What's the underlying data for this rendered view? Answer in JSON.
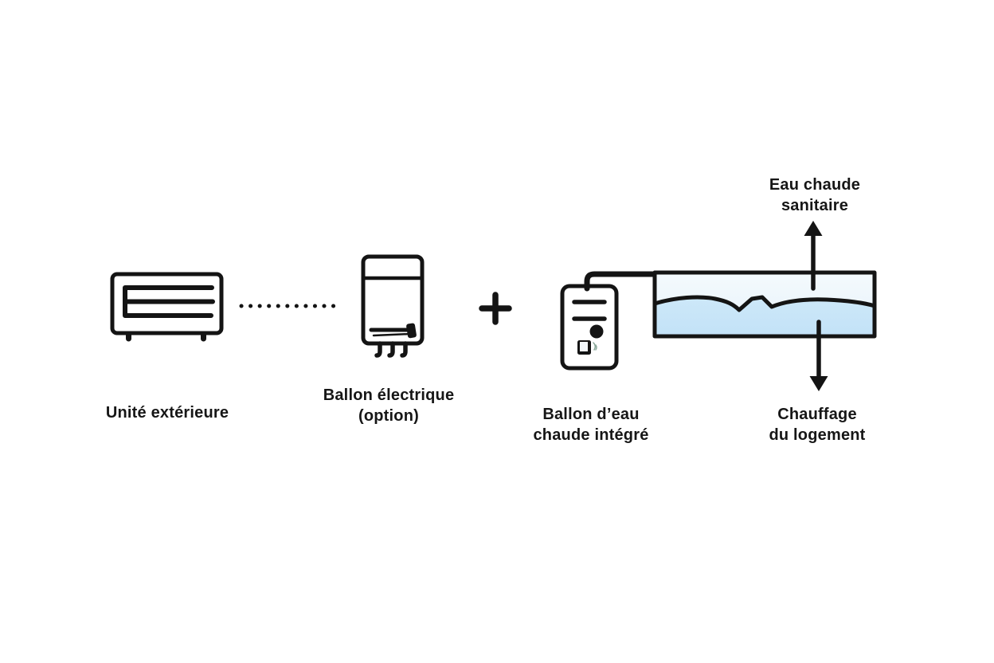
{
  "labels": {
    "outdoor_unit": "Unité extérieure",
    "electric_tank": [
      "Ballon électrique",
      "(option)"
    ],
    "integrated_tank": [
      "Ballon d’eau",
      "chaude intégré"
    ],
    "hot_water": [
      "Eau chaude",
      "sanitaire"
    ],
    "heating": [
      "Chauffage",
      "du logement"
    ]
  },
  "icons": {
    "plus": "+",
    "hot_water_arrow": "↑",
    "heating_arrow": "↓",
    "refrigerant_dotted_link": "·····"
  },
  "colors": {
    "background": "#ffffff",
    "line": "#141414",
    "outdoor-fill": "#f4f6f7",
    "electric-fill": "#eaf3fa",
    "integrated-fill": "#d8ecfa",
    "water": "#c9e5f8",
    "air": "#eef6fc",
    "text": "#161616"
  }
}
